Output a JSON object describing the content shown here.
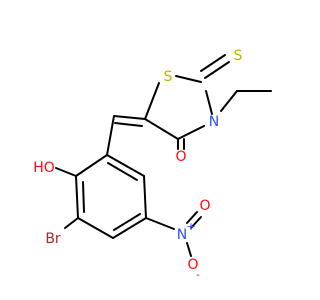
{
  "molecule": {
    "colors": {
      "bond": "#000000",
      "S": "#b5b500",
      "O": "#ff0d0d",
      "N": "#3050f8",
      "Br": "#a62929",
      "C": "#000000"
    },
    "atom_labels": {
      "S_ring": "S",
      "S_thione": "S",
      "N_ring": "N",
      "O_carbonyl": "O",
      "O_hydroxyl": "HO",
      "Br": "Br",
      "N_nitro": "N",
      "N_nitro_charge": "+",
      "O_nitro_top": "O",
      "O_nitro_bottom": "O",
      "O_nitro_charge": "-"
    }
  }
}
